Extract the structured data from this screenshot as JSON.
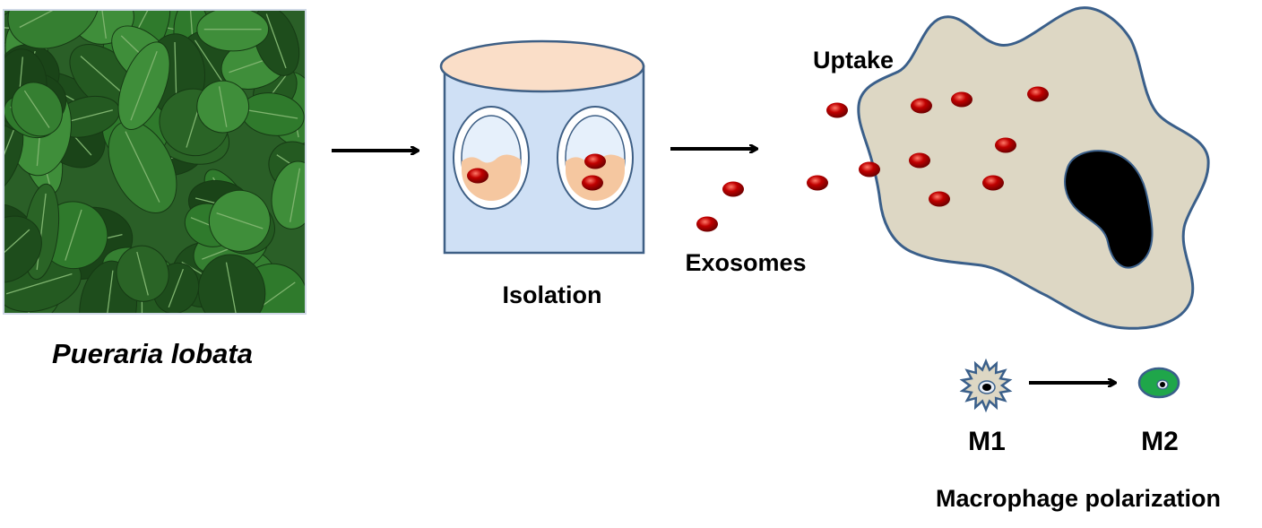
{
  "labels": {
    "plant": "Pueraria lobata",
    "isolation": "Isolation",
    "exosomes": "Exosomes",
    "uptake": "Uptake",
    "m1": "M1",
    "m2": "M2",
    "polarization": "Macrophage polarization"
  },
  "colors": {
    "leaf_dark": "#1e4d1c",
    "leaf_mid": "#2f7a2c",
    "leaf_light": "#3f8e3a",
    "tube_fill": "#cfe0f5",
    "tube_outline": "#3e5f85",
    "tube_lid": "#fadec8",
    "sample": "#f5c7a0",
    "exosome": "#c00000",
    "macrophage_fill": "#ddd7c4",
    "macrophage_outline": "#3a5f8a",
    "nucleus": "#000000",
    "m1_fill": "#ddd7c4",
    "m2_fill": "#1fa64a",
    "arrow": "#000000"
  },
  "icons": {
    "plant_photo": "leaf-photo-icon",
    "tube": "centrifuge-tube-icon",
    "exosome": "vesicle-icon",
    "macrophage": "macrophage-cell-icon",
    "m1_cell": "spiky-cell-icon",
    "m2_cell": "round-cell-icon"
  }
}
